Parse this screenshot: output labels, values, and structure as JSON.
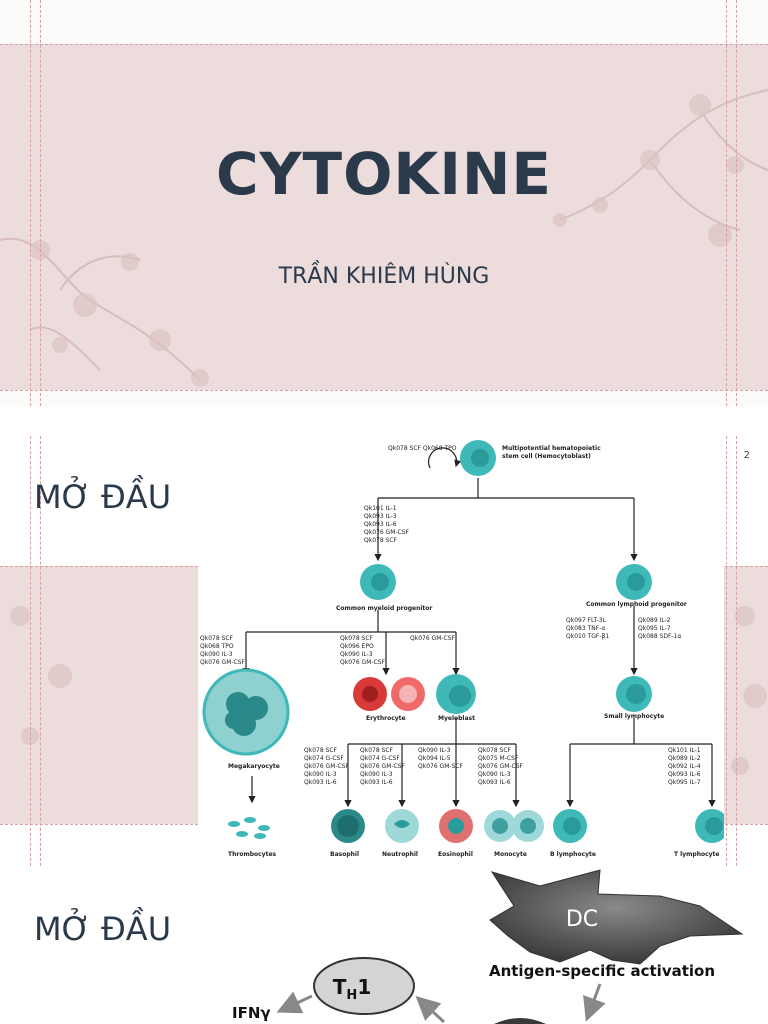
{
  "slide1": {
    "title": "CYTOKINE",
    "subtitle": "TRẦN KHIÊM HÙNG"
  },
  "slide2": {
    "heading": "MỞ ĐẦU",
    "page_number": "2",
    "figure": {
      "stem_codes": "Qk078 SCF\nQk068 TPO",
      "stem_label_1": "Multipotential hematopoietic",
      "stem_label_2": "stem cell (Hemocytoblast)",
      "factors_a": [
        "Qk101 IL-1",
        "Qk093 IL-3",
        "Qk093 IL-6",
        "Qk076 GM-CSF",
        "Qk078 SCF"
      ],
      "myeloid_label": "Common myeloid progenitor",
      "lymphoid_label": "Common lymphoid progenitor",
      "lymph_factors_left": [
        "Qk097 FLT-3L",
        "Qk083 TNF-α",
        "Qk010 TGF-β1"
      ],
      "lymph_factors_right": [
        "Qk089 IL-2",
        "Qk095 IL-7",
        "Qk088 SDF-1α"
      ],
      "mega_factors": [
        "Qk078 SCF",
        "Qk068 TPO",
        "Qk090 IL-3",
        "Qk076 GM-CSF"
      ],
      "ery_factors": [
        "Qk078 SCF",
        "Qk096 EPO",
        "Qk090 IL-3",
        "Qk076 GM-CSF"
      ],
      "myelo_factor": "Qk076 GM-CSF",
      "erythrocyte": "Erythrocyte",
      "myeloblast": "Myeloblast",
      "megakaryocyte": "Megakaryocyte",
      "small_lymphocyte": "Small lymphocyte",
      "baso_factors": [
        "Qk078 SCF",
        "Qk074 G-CSF",
        "Qk076 GM-CSF",
        "Qk090 IL-3",
        "Qk093 IL-6"
      ],
      "neutro_factors": [
        "Qk078 SCF",
        "Qk074 G-CSF",
        "Qk076 GM-CSF",
        "Qk090 IL-3",
        "Qk093 IL-6"
      ],
      "eos_factors": [
        "Qk090 IL-3",
        "Qk094 IL-5",
        "Qk076 GM-SCF"
      ],
      "mono_factors": [
        "Qk078 SCF",
        "Qk075 M-CSF",
        "Qk076 GM-CSF",
        "Qk090 IL-3",
        "Qk093 IL-6"
      ],
      "tlymph_factors": [
        "Qk101 IL-1",
        "Qk089 IL-2",
        "Qk092 IL-4",
        "Qk093 IL-6",
        "Qk095 IL-7"
      ],
      "thrombocytes": "Thrombocytes",
      "basophil": "Basophil",
      "neutrophil": "Neutrophil",
      "eosinophil": "Eosinophil",
      "monocyte": "Monocyte",
      "b_lymphocyte": "B lymphocyte",
      "t_lymphocyte": "T lymphocyte"
    }
  },
  "slide3": {
    "heading": "MỞ ĐẦU",
    "dc": "DC",
    "activation": "Antigen-specific activation",
    "th1": "T",
    "th1_sub": "H",
    "th1_suffix": "1",
    "ifn": "IFNγ"
  },
  "colors": {
    "title": "#2b3a4a",
    "band": "#ecdcdc",
    "cell": "#3fb8b8"
  }
}
